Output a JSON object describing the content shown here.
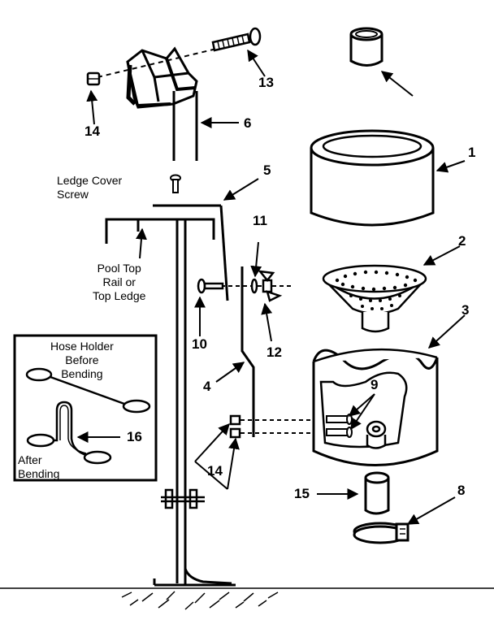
{
  "callouts": {
    "c1": "1",
    "c2": "2",
    "c3": "3",
    "c4": "4",
    "c5": "5",
    "c6": "6",
    "c8": "8",
    "c9": "9",
    "c10": "10",
    "c11": "11",
    "c12": "12",
    "c13": "13",
    "c14_top": "14",
    "c14_bottom": "14",
    "c15": "15",
    "c16": "16"
  },
  "labels": {
    "ledge_cover_screw_line1": "Ledge Cover",
    "ledge_cover_screw_line2": "Screw",
    "pool_top_line1": "Pool Top",
    "pool_top_line2": "Rail or",
    "pool_top_line3": "Top Ledge",
    "hose_before_line1": "Hose Holder",
    "hose_before_line2": "Before",
    "hose_before_line3": "Bending",
    "hose_after_line1": "After",
    "hose_after_line2": "Bending"
  }
}
